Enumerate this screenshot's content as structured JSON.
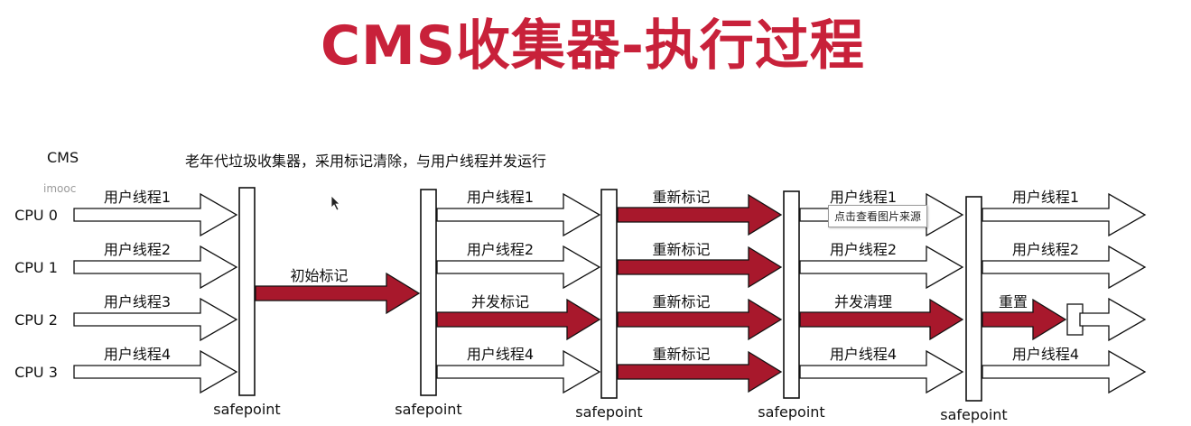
{
  "title": "CMS收集器-执行过程",
  "header": {
    "cms_label": "CMS",
    "description": "老年代垃圾收集器，采用标记清除，与用户线程并发运行",
    "watermark_tl": "imooc",
    "tooltip": "点击查看图片来源"
  },
  "cpus": [
    "CPU 0",
    "CPU 1",
    "CPU 2",
    "CPU 3"
  ],
  "safepoint_label": "safepoint",
  "colors": {
    "title": "#c8213a",
    "gc_arrow": "#a8182c",
    "outline": "#111111"
  },
  "stages": [
    {
      "name": "stage1",
      "arrows": [
        {
          "lane": 0,
          "label": "用户线程1",
          "kind": "user"
        },
        {
          "lane": 1,
          "label": "用户线程2",
          "kind": "user"
        },
        {
          "lane": 2,
          "label": "用户线程3",
          "kind": "user"
        },
        {
          "lane": 3,
          "label": "用户线程4",
          "kind": "user"
        }
      ]
    },
    {
      "name": "stage2",
      "arrows": [
        {
          "lane": 1.5,
          "label": "初始标记",
          "kind": "gc"
        }
      ]
    },
    {
      "name": "stage3",
      "arrows": [
        {
          "lane": 0,
          "label": "用户线程1",
          "kind": "user"
        },
        {
          "lane": 1,
          "label": "用户线程2",
          "kind": "user"
        },
        {
          "lane": 2,
          "label": "并发标记",
          "kind": "gc"
        },
        {
          "lane": 3,
          "label": "用户线程4",
          "kind": "user"
        }
      ]
    },
    {
      "name": "stage4",
      "arrows": [
        {
          "lane": 0,
          "label": "重新标记",
          "kind": "gc"
        },
        {
          "lane": 1,
          "label": "重新标记",
          "kind": "gc"
        },
        {
          "lane": 2,
          "label": "重新标记",
          "kind": "gc"
        },
        {
          "lane": 3,
          "label": "重新标记",
          "kind": "gc"
        }
      ]
    },
    {
      "name": "stage5",
      "arrows": [
        {
          "lane": 0,
          "label": "用户线程1",
          "kind": "user"
        },
        {
          "lane": 1,
          "label": "用户线程2",
          "kind": "user"
        },
        {
          "lane": 2,
          "label": "并发清理",
          "kind": "gc"
        },
        {
          "lane": 3,
          "label": "用户线程4",
          "kind": "user"
        }
      ]
    },
    {
      "name": "stage6",
      "arrows": [
        {
          "lane": 0,
          "label": "用户线程1",
          "kind": "user"
        },
        {
          "lane": 1,
          "label": "用户线程2",
          "kind": "user"
        },
        {
          "lane": 2,
          "label": "重置",
          "kind": "gc-short"
        },
        {
          "lane": 2,
          "label": "",
          "kind": "user-after-reset"
        },
        {
          "lane": 3,
          "label": "用户线程4",
          "kind": "user"
        }
      ]
    }
  ]
}
